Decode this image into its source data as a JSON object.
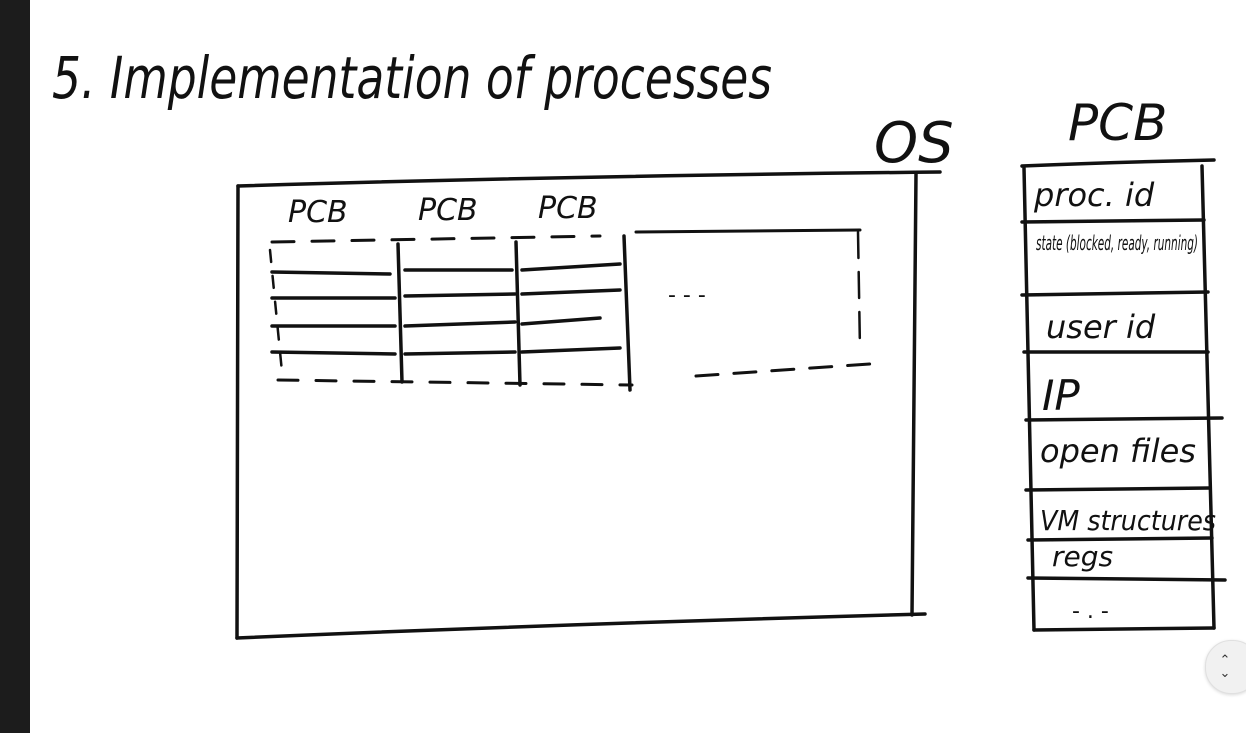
{
  "title": "5. Implementation of processes",
  "os_label": "OS",
  "pcb_title": "PCB",
  "table_headers": [
    "PCB",
    "PCB",
    "PCB"
  ],
  "ellipsis_inside_os": "- - -",
  "pcb_fields": [
    "proc. id",
    "state (blocked, ready, running)",
    "user id",
    "IP",
    "open files",
    "VM structures",
    "regs",
    "- . -"
  ],
  "scroll_icons": {
    "up": "chevron-up-icon",
    "down": "chevron-down-icon"
  },
  "colors": {
    "ink": "#111111",
    "background": "#ffffff",
    "sidebar": "#1c1c1c"
  }
}
